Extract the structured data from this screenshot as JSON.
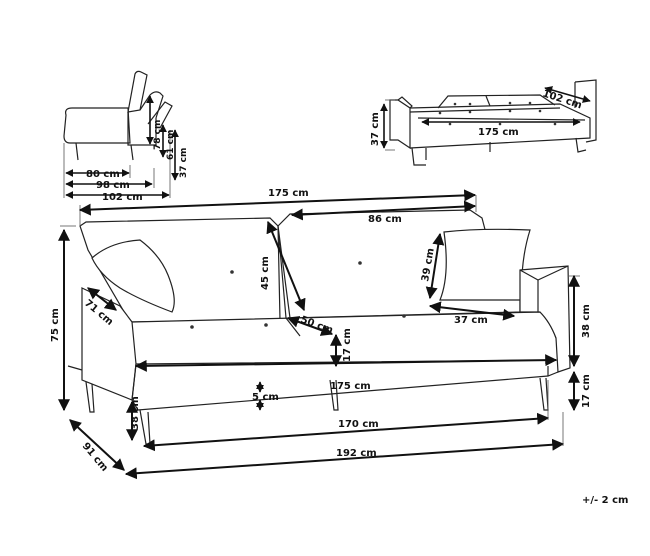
{
  "labels": {
    "side_80": "80 cm",
    "side_98": "98 cm",
    "side_102": "102 cm",
    "side_78": "78 cm",
    "side_61": "61 cm",
    "side_37": "37 cm",
    "bed_102": "102 cm",
    "bed_175": "175 cm",
    "bed_37": "37 cm",
    "top_175": "175 cm",
    "back_86": "86 cm",
    "back_45": "45 cm",
    "pillow_39": "39 cm",
    "pillow_37": "37 cm",
    "arm_71": "71 cm",
    "seat_50": "50 cm",
    "seat_17": "17 cm",
    "height_75": "75 cm",
    "right_38": "38 cm",
    "right_17": "17 cm",
    "inner_175": "175 cm",
    "leg_5": "5 cm",
    "front_38": "38 cm",
    "base_170": "170 cm",
    "depth_91": "91 cm",
    "total_192": "192 cm",
    "tolerance": "+/- 2 cm"
  }
}
